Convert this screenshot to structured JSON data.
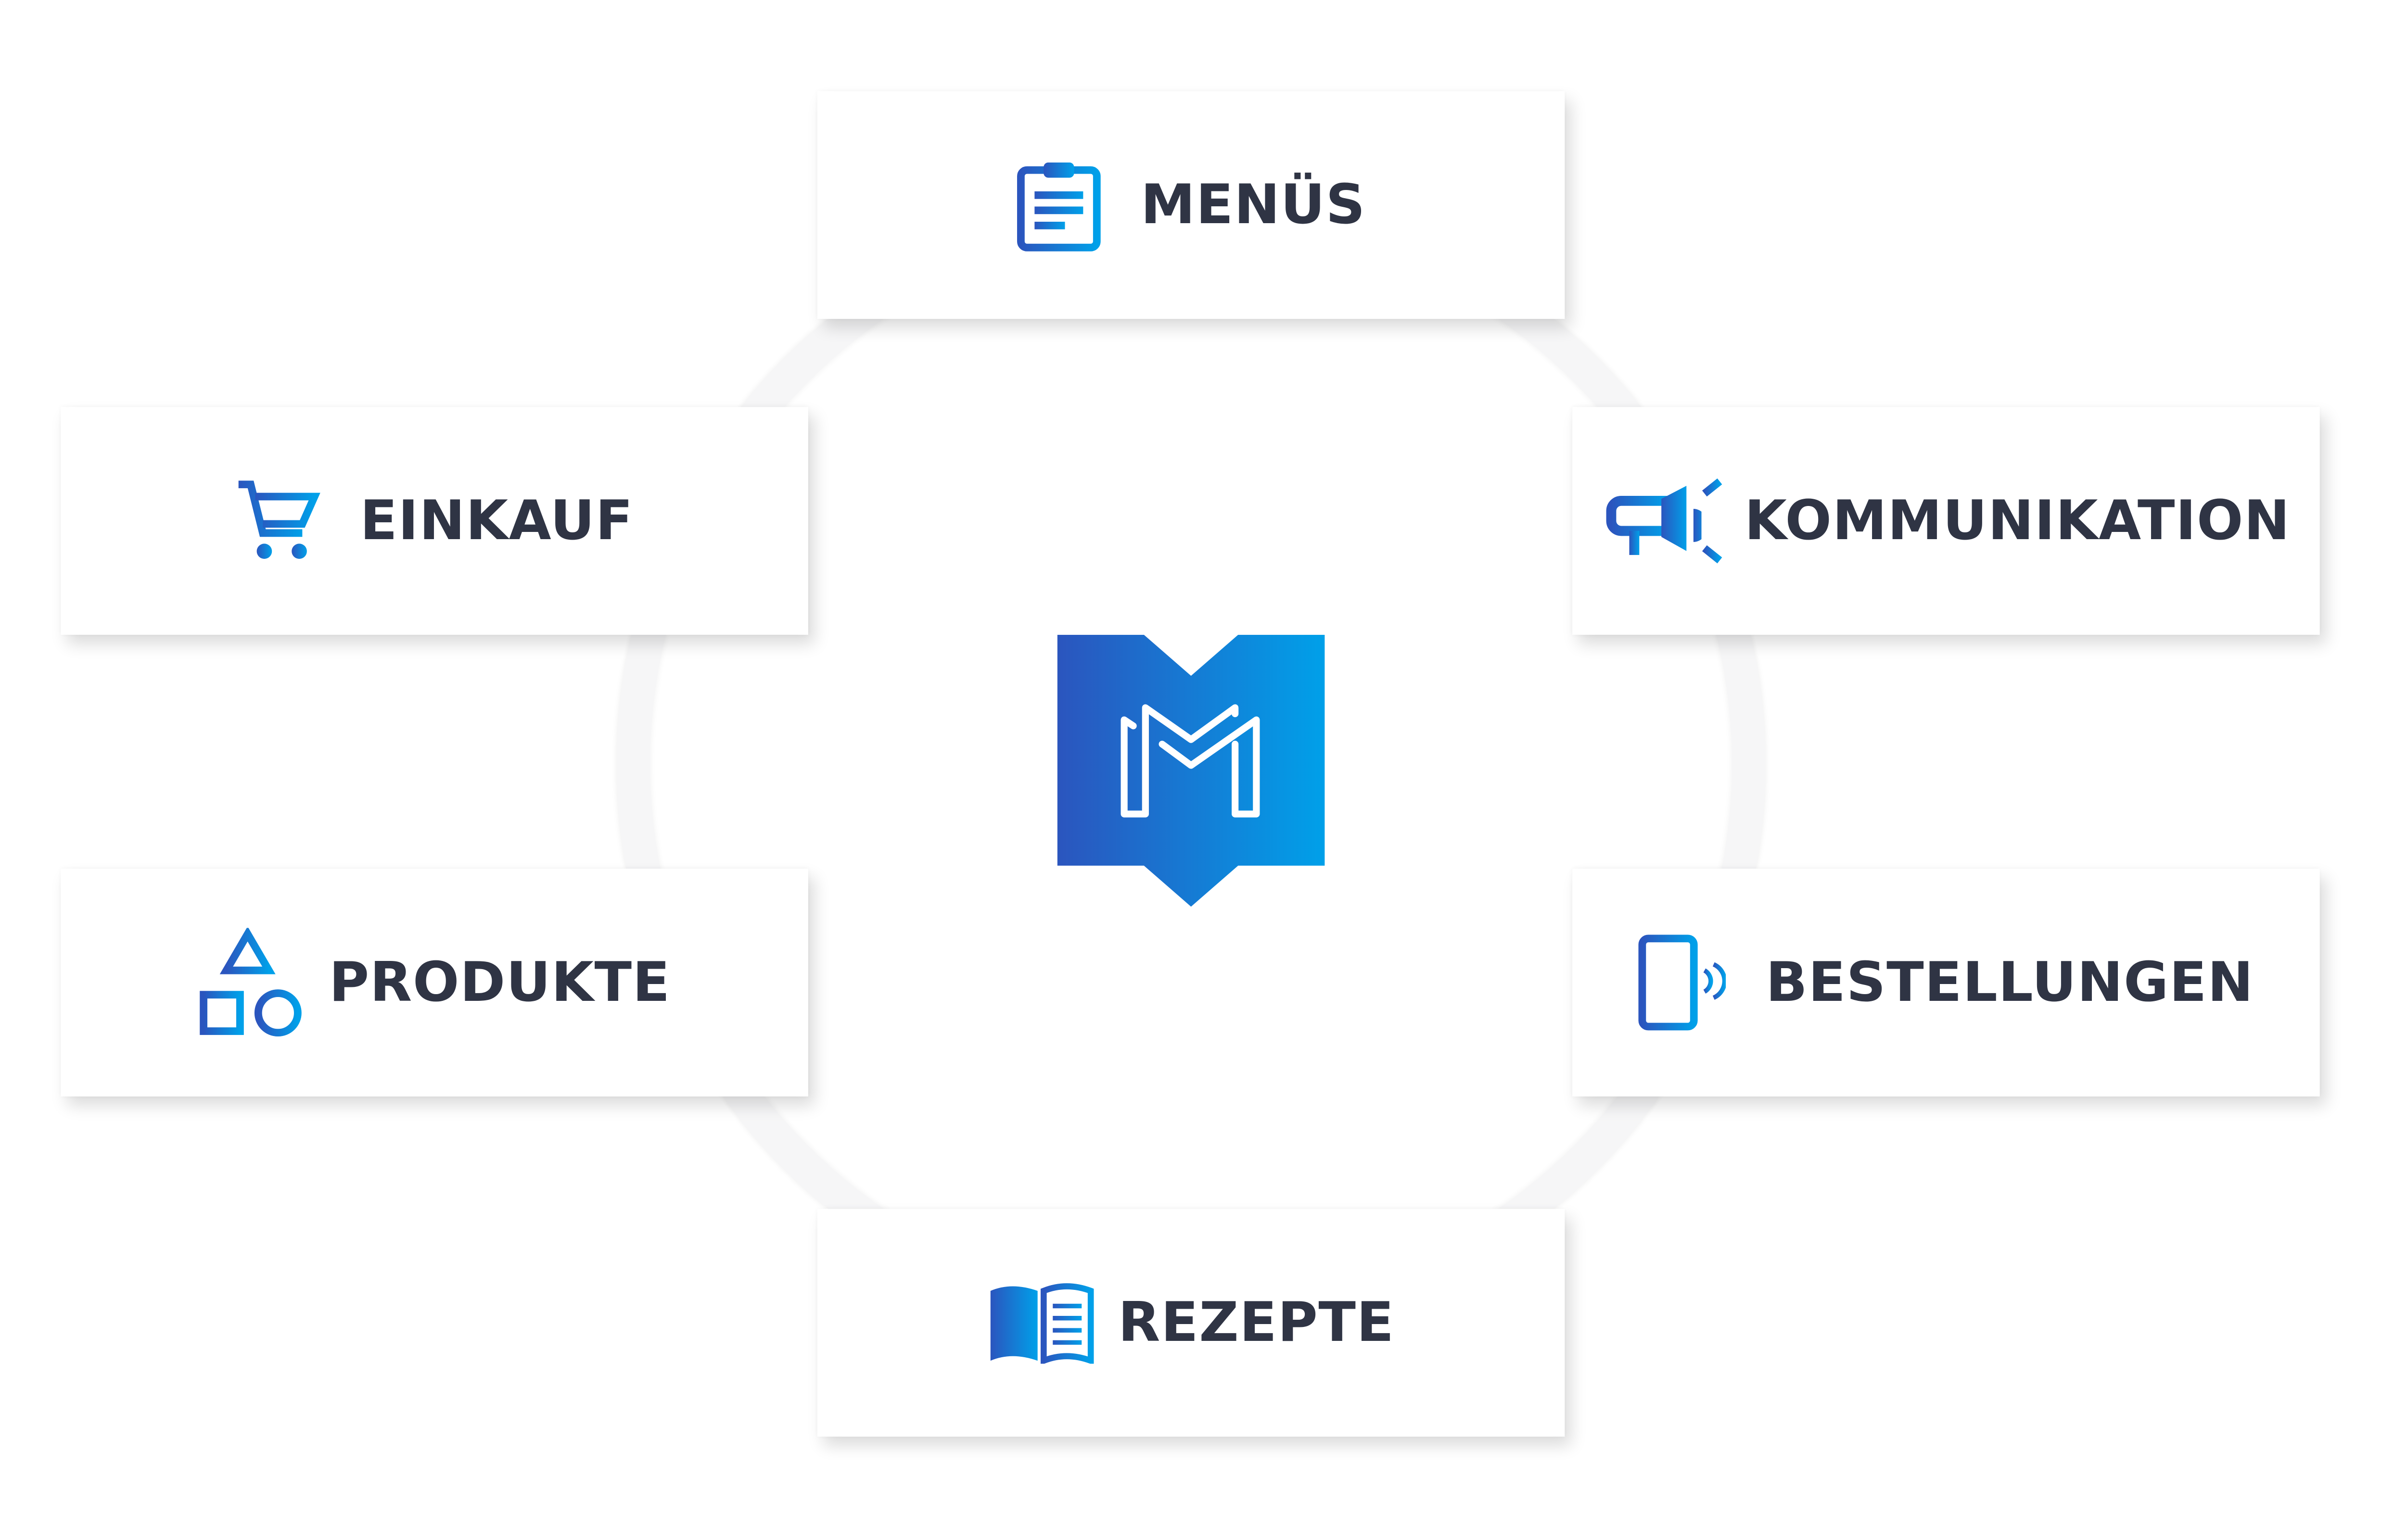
{
  "center": {
    "logo_icon": "m-bookmark-logo-icon"
  },
  "colors": {
    "gradient_start": "#2b55be",
    "gradient_end": "#00a0e9",
    "text": "#2f3444"
  },
  "items": [
    {
      "label": "MENÜS",
      "icon": "clipboard-icon"
    },
    {
      "label": "EINKAUF",
      "icon": "shopping-cart-icon"
    },
    {
      "label": "KOMMUNIKATION",
      "icon": "megaphone-icon"
    },
    {
      "label": "PRODUKTE",
      "icon": "shapes-icon"
    },
    {
      "label": "BESTELLUNGEN",
      "icon": "smartphone-icon"
    },
    {
      "label": "REZEPTE",
      "icon": "open-book-icon"
    }
  ]
}
